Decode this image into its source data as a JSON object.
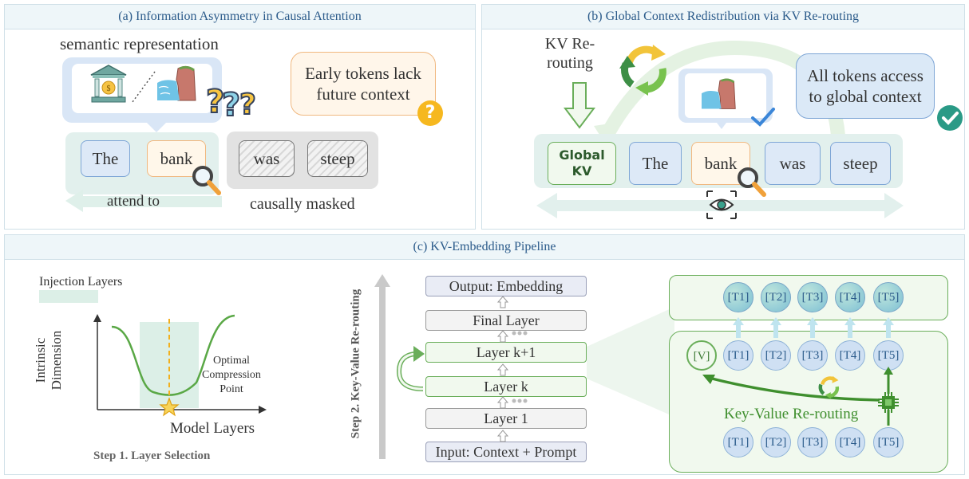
{
  "panel_a": {
    "title": "(a)  Information Asymmetry in Causal Attention",
    "semantic_label": "semantic representation",
    "note": "Early tokens lack future context",
    "attended_tokens": [
      "The",
      "bank"
    ],
    "masked_tokens": [
      "was",
      "steep"
    ],
    "attend_label": "attend to",
    "masked_label": "causally masked"
  },
  "panel_b": {
    "title": "(b)   Global Context Redistribution via KV Re-routing",
    "kv_label": "KV Re-routing",
    "global_kv": "Global KV",
    "tokens": [
      "The",
      "bank",
      "was",
      "steep"
    ],
    "note": "All tokens access to global context"
  },
  "panel_c": {
    "title": "(c)  KV-Embedding Pipeline",
    "legend_label": "Injection Layers",
    "y_axis_label": "Intrinsic Dimension",
    "x_axis_label": "Model Layers",
    "point_label": "Optimal Compression Point",
    "step1": "Step 1. Layer Selection",
    "step2": "Step 2.  Key-Value Re-routing",
    "layers": {
      "output": "Output: Embedding",
      "final": "Final Layer",
      "k1": "Layer k+1",
      "k": "Layer k",
      "l1": "Layer 1",
      "input": "Input: Context + Prompt"
    },
    "tokens": [
      "[T1]",
      "[T2]",
      "[T3]",
      "[T4]",
      "[T5]"
    ],
    "v_token": "[V]",
    "reroute_label": "Key-Value Re-routing"
  },
  "colors": {
    "accent_green": "#6aae5a",
    "accent_blue": "#2a5a8a",
    "injection_band": "#dcefe7",
    "curve_green": "#5aa846",
    "dashed_orange": "#f2b01e"
  }
}
